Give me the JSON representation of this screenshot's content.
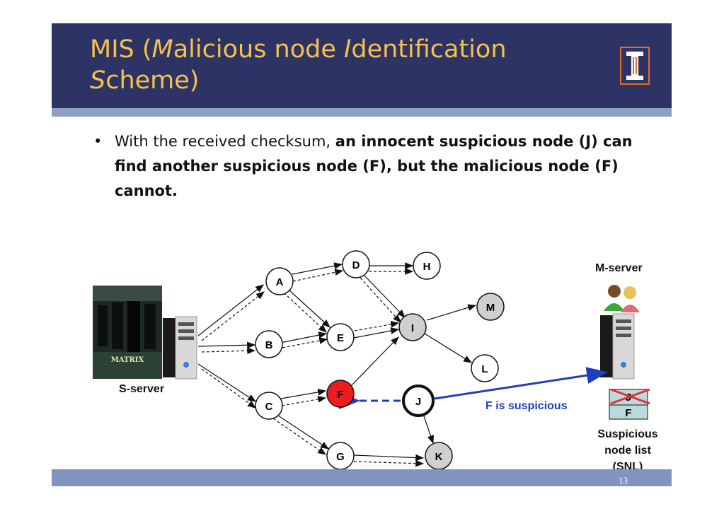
{
  "slide": {
    "title_parts": [
      {
        "text": "MIS (",
        "italic": false
      },
      {
        "text": "M",
        "italic": true
      },
      {
        "text": "alicious node ",
        "italic": false
      },
      {
        "text": "I",
        "italic": true
      },
      {
        "text": "dentification",
        "italic": false
      }
    ],
    "title_line2_parts": [
      {
        "text": "S",
        "italic": true
      },
      {
        "text": "cheme)",
        "italic": false
      }
    ],
    "bullet_normal": "With the received checksum, ",
    "bullet_bold": "an innocent suspicious node (J) can find another suspicious node (F), but the malicious node (F) cannot.",
    "page_number": "13"
  },
  "diagram": {
    "s_server_label": "S-server",
    "m_server_label": "M-server",
    "suspicious_text": "F is suspicious",
    "snl_label": "Suspicious node list (SNL)",
    "snl_entries": [
      "J",
      "F"
    ],
    "poster_text": "MATRIX",
    "nodes": [
      {
        "id": "A",
        "color": "#ffffff"
      },
      {
        "id": "B",
        "color": "#ffffff"
      },
      {
        "id": "C",
        "color": "#ffffff"
      },
      {
        "id": "D",
        "color": "#ffffff"
      },
      {
        "id": "E",
        "color": "#ffffff"
      },
      {
        "id": "F",
        "color": "#ee1c1c"
      },
      {
        "id": "G",
        "color": "#ffffff"
      },
      {
        "id": "H",
        "color": "#ffffff"
      },
      {
        "id": "I",
        "color": "#cfcfcf"
      },
      {
        "id": "J",
        "color": "#ffffff"
      },
      {
        "id": "K",
        "color": "#cfcfcf"
      },
      {
        "id": "L",
        "color": "#ffffff"
      },
      {
        "id": "M",
        "color": "#cfcfcf"
      }
    ]
  }
}
